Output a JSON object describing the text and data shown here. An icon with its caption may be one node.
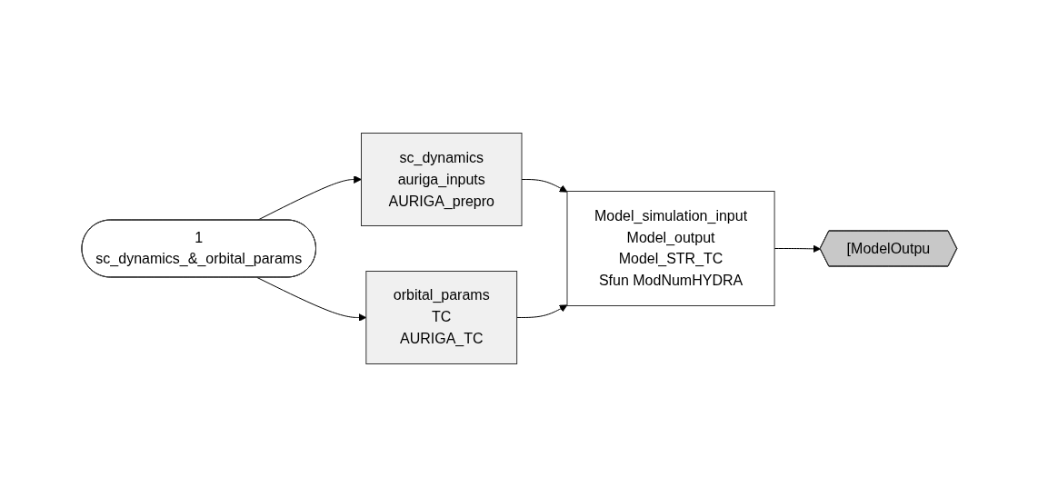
{
  "diagram": {
    "nodes": [
      {
        "text": [
          "1",
          "sc_dynamics_&_orbital_params"
        ]
      },
      {
        "text": [
          "sc_dynamics",
          "auriga_inputs",
          "AURIGA_prepro"
        ]
      },
      {
        "text": [
          "orbital_params",
          "TC",
          "AURIGA_TC"
        ]
      },
      {
        "text": [
          "Model_simulation_input",
          "Model_output",
          "Model_STR_TC",
          "Sfun  ModNumHYDRA"
        ]
      },
      {
        "text": [
          "[ModelOutpu"
        ]
      }
    ],
    "edges": [
      {
        "from": 0,
        "to": 1,
        "arrow": "to"
      },
      {
        "from": 0,
        "to": 2,
        "arrow": "to"
      },
      {
        "from": 1,
        "to": 3,
        "arrow": "to"
      },
      {
        "from": 2,
        "to": 3,
        "arrow": "to"
      },
      {
        "from": 3,
        "to": 4,
        "arrow": "to"
      }
    ]
  }
}
